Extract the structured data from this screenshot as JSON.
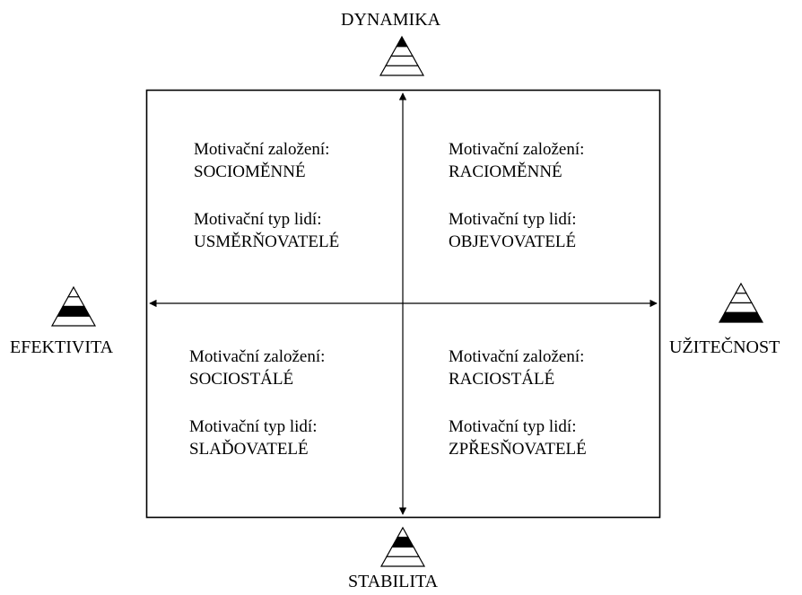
{
  "axes": {
    "top": "DYNAMIKA",
    "bottom": "STABILITA",
    "left": "EFEKTIVITA",
    "right": "UŽITEČNOST"
  },
  "quadrants": {
    "top_left": {
      "motive_label": "Motivační založení:",
      "motive_value": "SOCIOMĚNNÉ",
      "type_label": "Motivační typ lidí:",
      "type_value": "USMĚRŇOVATELÉ"
    },
    "top_right": {
      "motive_label": "Motivační založení:",
      "motive_value": "RACIOMĚNNÉ",
      "type_label": "Motivační typ lidí:",
      "type_value": "OBJEVOVATELÉ"
    },
    "bottom_left": {
      "motive_label": "Motivační založení:",
      "motive_value": "SOCIOSTÁLÉ",
      "type_label": "Motivační typ lidí:",
      "type_value": "SLAĎOVATELÉ"
    },
    "bottom_right": {
      "motive_label": "Motivační založení:",
      "motive_value": "RACIOSTÁLÉ",
      "type_label": "Motivační typ lidí:",
      "type_value": "ZPŘESŇOVATELÉ"
    }
  },
  "pyramids": {
    "top": {
      "icon": "pyramid-icon",
      "filled_band": 1
    },
    "left": {
      "icon": "pyramid-icon",
      "filled_band": 3
    },
    "right": {
      "icon": "pyramid-icon",
      "filled_band": 4
    },
    "bottom": {
      "icon": "pyramid-icon",
      "filled_band": 2
    }
  }
}
